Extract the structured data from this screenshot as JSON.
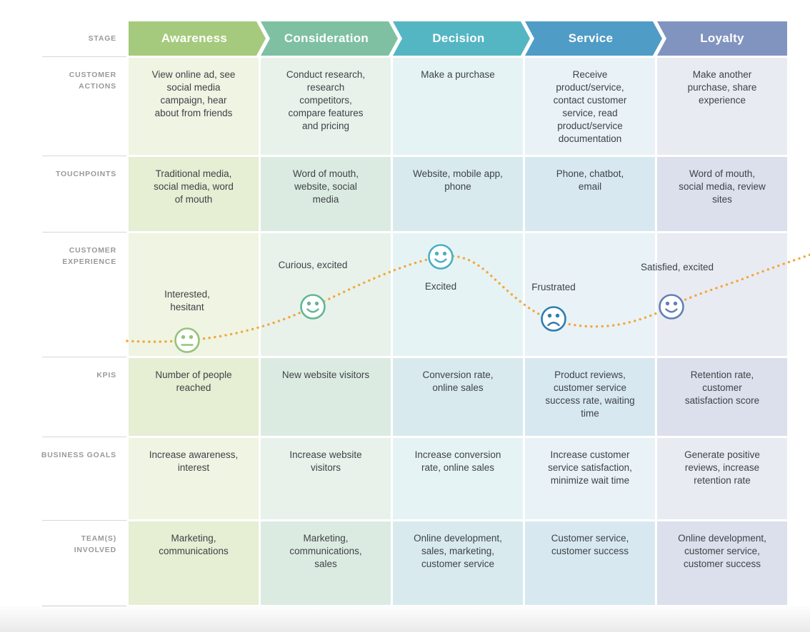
{
  "diagram_type": "customer-journey-map",
  "curve_color": "#f2a83b",
  "row_labels": {
    "stage": "Stage",
    "customer_actions": "Customer Actions",
    "touchpoints": "Touchpoints",
    "customer_experience": "Customer Experience",
    "kpis": "KPIs",
    "business_goals": "Business Goals",
    "teams_involved": "Team(s) Involved"
  },
  "columns": [
    {
      "stage": "Awareness",
      "header_color": "#a6ca7d",
      "tint_light": "#eff4e3",
      "tint_dark": "#e6eed3",
      "customer_actions": "View online ad, see social media campaign, hear about from friends",
      "touchpoints": "Traditional media, social media, word of mouth",
      "experience": {
        "label": "Interested, hesitant",
        "mood": "neutral",
        "face_color": "#94c47a"
      },
      "kpis": "Number of people reached",
      "business_goals": "Increase awareness, interest",
      "teams": "Marketing, communications"
    },
    {
      "stage": "Consideration",
      "header_color": "#7fc0a3",
      "tint_light": "#e8f2eb",
      "tint_dark": "#dcebe2",
      "customer_actions": "Conduct research, research competitors, compare features and pricing",
      "touchpoints": "Word of mouth, website, social media",
      "experience": {
        "label": "Curious, excited",
        "mood": "happy",
        "face_color": "#62b794"
      },
      "kpis": "New website visitors",
      "business_goals": "Increase website visitors",
      "teams": "Marketing, communications, sales"
    },
    {
      "stage": "Decision",
      "header_color": "#55b6c3",
      "tint_light": "#e6f3f5",
      "tint_dark": "#d8eaee",
      "customer_actions": "Make a purchase",
      "touchpoints": "Website, mobile app, phone",
      "experience": {
        "label": "Excited",
        "mood": "happy",
        "face_color": "#47b1c1"
      },
      "kpis": "Conversion rate, online sales",
      "business_goals": "Increase conversion rate, online sales",
      "teams": "Online development, sales, marketing, customer service"
    },
    {
      "stage": "Service",
      "header_color": "#4f9cc7",
      "tint_light": "#e9f2f7",
      "tint_dark": "#d8e8f1",
      "customer_actions": "Receive product/service, contact customer service, read product/service documentation",
      "touchpoints": "Phone, chatbot, email",
      "experience": {
        "label": "Frustrated",
        "mood": "sad",
        "face_color": "#2f7dad"
      },
      "kpis": "Product reviews, customer service success rate, waiting time",
      "business_goals": "Increase customer service satisfaction, minimize wait time",
      "teams": "Customer service, customer success"
    },
    {
      "stage": "Loyalty",
      "header_color": "#8194bf",
      "tint_light": "#e9ebf3",
      "tint_dark": "#dcdfec",
      "customer_actions": "Make another purchase, share experience",
      "touchpoints": "Word of mouth, social media, review sites",
      "experience": {
        "label": "Satisfied, excited",
        "mood": "happy",
        "face_color": "#6280b6"
      },
      "kpis": "Retention rate, customer satisfaction score",
      "business_goals": "Generate positive reviews, increase retention rate",
      "teams": "Online development, customer service, customer success"
    }
  ]
}
